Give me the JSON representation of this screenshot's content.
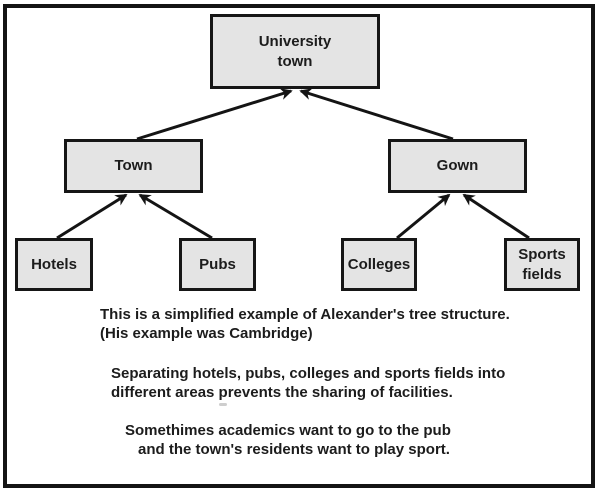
{
  "colors": {
    "background": "#ffffff",
    "frame": "#141414",
    "node_fill": "#e4e4e4",
    "node_border": "#161616",
    "arrow": "#141414"
  },
  "diagram": {
    "nodes": {
      "university": {
        "label": "University\ntown"
      },
      "town": {
        "label": "Town"
      },
      "gown": {
        "label": "Gown"
      },
      "hotels": {
        "label": "Hotels"
      },
      "pubs": {
        "label": "Pubs"
      },
      "colleges": {
        "label": "Colleges"
      },
      "sports": {
        "label": "Sports\nfields"
      }
    },
    "edges": [
      {
        "from": "town",
        "to": "university"
      },
      {
        "from": "gown",
        "to": "university"
      },
      {
        "from": "hotels",
        "to": "town"
      },
      {
        "from": "pubs",
        "to": "town"
      },
      {
        "from": "colleges",
        "to": "gown"
      },
      {
        "from": "sports",
        "to": "gown"
      }
    ]
  },
  "caption": {
    "paragraphs": [
      {
        "lines": [
          "This is a simplified example of Alexander's tree structure.",
          "(His example was Cambridge)"
        ]
      },
      {
        "lines": [
          "Separating hotels, pubs, colleges and sports fields into",
          "different areas prevents the sharing of facilities."
        ]
      },
      {
        "lines": [
          "Somethimes academics want to go to the pub",
          "and the town's residents want to play sport."
        ]
      }
    ]
  }
}
